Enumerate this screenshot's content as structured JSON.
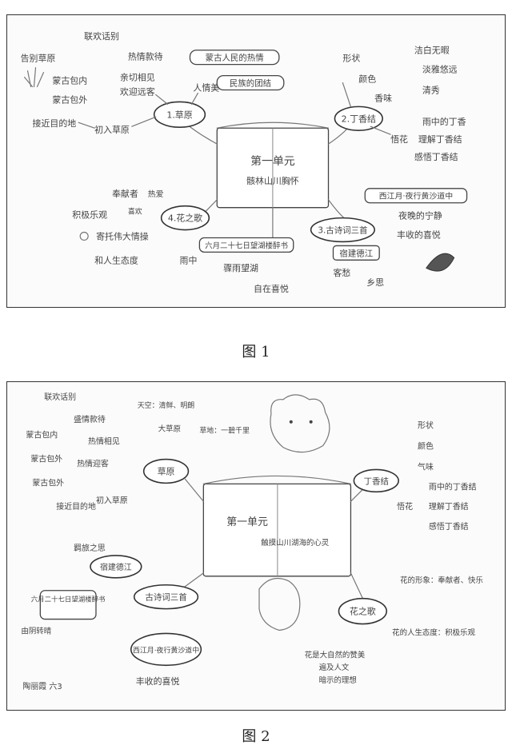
{
  "figure1": {
    "caption": "图 1",
    "center": {
      "title": "第一单元",
      "subtitle": "骸林山川胸怀"
    },
    "tiles": [
      "1.草原",
      "2.丁香结",
      "3.古诗词三首",
      "4.花之歌"
    ],
    "left_branch": [
      "初入草原",
      "接近目的地",
      "蒙古包外",
      "蒙古包内",
      "告别草原",
      "欢迎远客",
      "亲切相见",
      "热情款待",
      "联欢话别",
      "人情美",
      "蒙古人民的热情",
      "民族的团结"
    ],
    "right_branch": [
      "形状",
      "颜色",
      "香味",
      "洁白无暇",
      "淡雅悠远",
      "清秀",
      "悟花",
      "雨中的丁香",
      "理解丁香结",
      "感悟丁香结"
    ],
    "bottom_branch": [
      "六月二十七日望湖楼醉书",
      "雨中",
      "骤雨望湖",
      "自在喜悦",
      "宿建德江",
      "客愁",
      "乡思",
      "西江月·夜行黄沙道中",
      "夜晚的宁静",
      "丰收的喜悦"
    ],
    "flower_branch": [
      "奉献者",
      "热爱",
      "积极乐观",
      "喜欢",
      "寄托伟大情操",
      "和人生态度"
    ]
  },
  "figure2": {
    "caption": "图 2",
    "center": {
      "title": "第一单元",
      "subtitle": "触摸山川湖海的心灵"
    },
    "tiles": [
      "草原",
      "丁香结",
      "古诗词三首",
      "花之歌"
    ],
    "left_branch": [
      "联欢话别",
      "盛情款待",
      "热情相见",
      "热情迎客",
      "蒙古包内",
      "蒙古包外",
      "蒙古包外",
      "接近目的地",
      "初入草原"
    ],
    "top_branch": [
      "天空：清鲜、明朗",
      "大草原",
      "草地：一碧千里"
    ],
    "right_branch": [
      "形状",
      "颜色",
      "气味",
      "悟花",
      "雨中的丁香结",
      "理解丁香结",
      "感悟丁香结"
    ],
    "poems": [
      "宿建德江",
      "羁旅之思",
      "六月二十七日望湖楼醉书",
      "西江月·夜行黄沙道中",
      "由阴转晴",
      "丰收的喜悦"
    ],
    "flower_branch": [
      "花的形象：奉献者、快乐",
      "花的人生态度：积极乐观",
      "花是大自然的赞美",
      "遍及人文",
      "暗示的理想"
    ],
    "signature": "陶丽霞 六3"
  }
}
